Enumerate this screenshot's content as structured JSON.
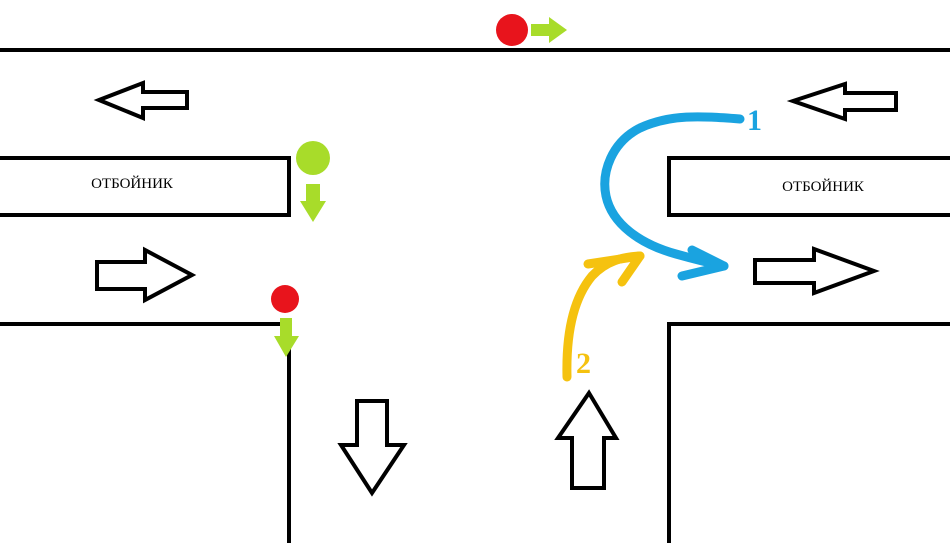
{
  "barriers": [
    {
      "label": "ОТБОЙНИК"
    },
    {
      "label": "ОТБОЙНИК"
    }
  ],
  "routes": [
    {
      "number": "1",
      "color": "#1aa3e0"
    },
    {
      "number": "2",
      "color": "#f5c20f"
    }
  ],
  "signals": {
    "red": "#e8141c",
    "green": "#a8dc2a"
  }
}
